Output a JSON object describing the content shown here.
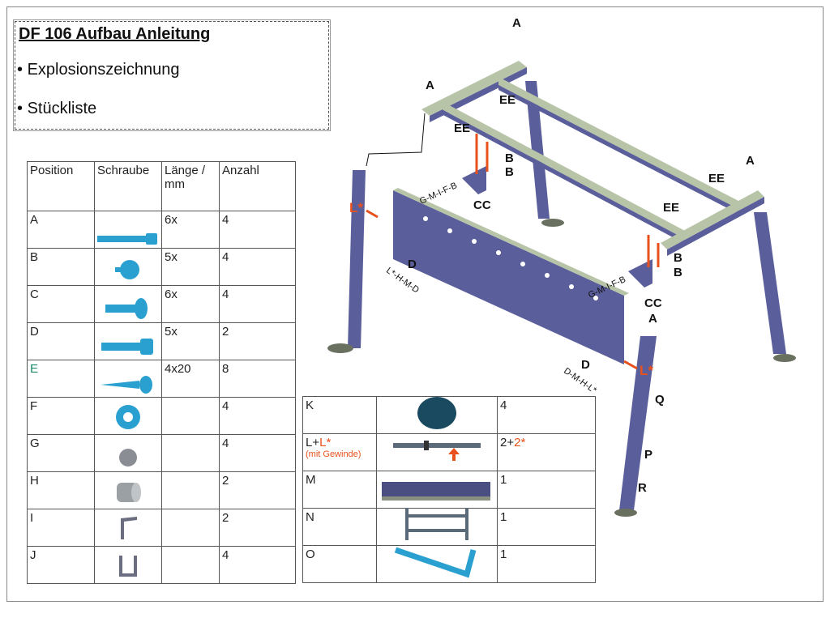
{
  "title": "DF 106 Aufbau Anleitung",
  "bullets": [
    "Explosionszeichnung",
    "Stückliste"
  ],
  "table1": {
    "headers": [
      "Position",
      "Schraube",
      "Länge / mm",
      "Anzahl"
    ],
    "rows": [
      {
        "pos": "A",
        "len": "6x",
        "qty": "4",
        "icon": "cap-screw-icon"
      },
      {
        "pos": "B",
        "len": "5x",
        "qty": "4",
        "icon": "knob-icon"
      },
      {
        "pos": "C",
        "len": "6x",
        "qty": "4",
        "icon": "carriage-bolt-icon"
      },
      {
        "pos": "D",
        "len": "5x",
        "qty": "2",
        "icon": "bolt-icon"
      },
      {
        "pos": "E",
        "len": "4x20",
        "qty": "8",
        "icon": "self-tapping-screw-icon"
      },
      {
        "pos": "F",
        "len": "",
        "qty": "4",
        "icon": "washer-icon"
      },
      {
        "pos": "G",
        "len": "",
        "qty": "4",
        "icon": "cap-icon"
      },
      {
        "pos": "H",
        "len": "",
        "qty": "2",
        "icon": "sleeve-icon"
      },
      {
        "pos": "I",
        "len": "",
        "qty": "2",
        "icon": "angle-bracket-icon"
      },
      {
        "pos": "J",
        "len": "",
        "qty": "4",
        "icon": "u-bracket-icon"
      }
    ]
  },
  "table2": {
    "rows": [
      {
        "pos": "K",
        "qty": "4",
        "icon": "foot-pad-icon"
      },
      {
        "pos": "L+",
        "pos_red": "L*",
        "note": "(mit Gewinde)",
        "qty": "2+",
        "qty_red": "2*",
        "icon": "leg-icon"
      },
      {
        "pos": "M",
        "qty": "1",
        "icon": "perforated-plate-icon"
      },
      {
        "pos": "N",
        "qty": "1",
        "icon": "frame-icon"
      },
      {
        "pos": "O",
        "qty": "1",
        "icon": "allen-key-icon"
      }
    ]
  },
  "diagram": {
    "labels": {
      "a1": "A",
      "a2": "A",
      "a3": "A",
      "a4": "A",
      "ee1": "EE",
      "ee2": "EE",
      "ee3": "EE",
      "ee4": "EE",
      "b1": "B",
      "b2": "B",
      "b3": "B",
      "b4": "B",
      "cc1": "CC",
      "cc2": "CC",
      "d1": "D",
      "d2": "D",
      "q": "Q",
      "p": "P",
      "r": "R",
      "l1": "L*",
      "l2": "L*"
    },
    "seq": {
      "s1": "G-M-I-F-B",
      "s2": "G-M-I-F-B",
      "s3": "L*-H-M-D",
      "s4": "D-M-H-L*"
    }
  },
  "colors": {
    "accent": "#e8501c",
    "part": "#2aa0d0",
    "frame_top": "#b8c4a8",
    "frame_side": "#5a5e9a"
  }
}
